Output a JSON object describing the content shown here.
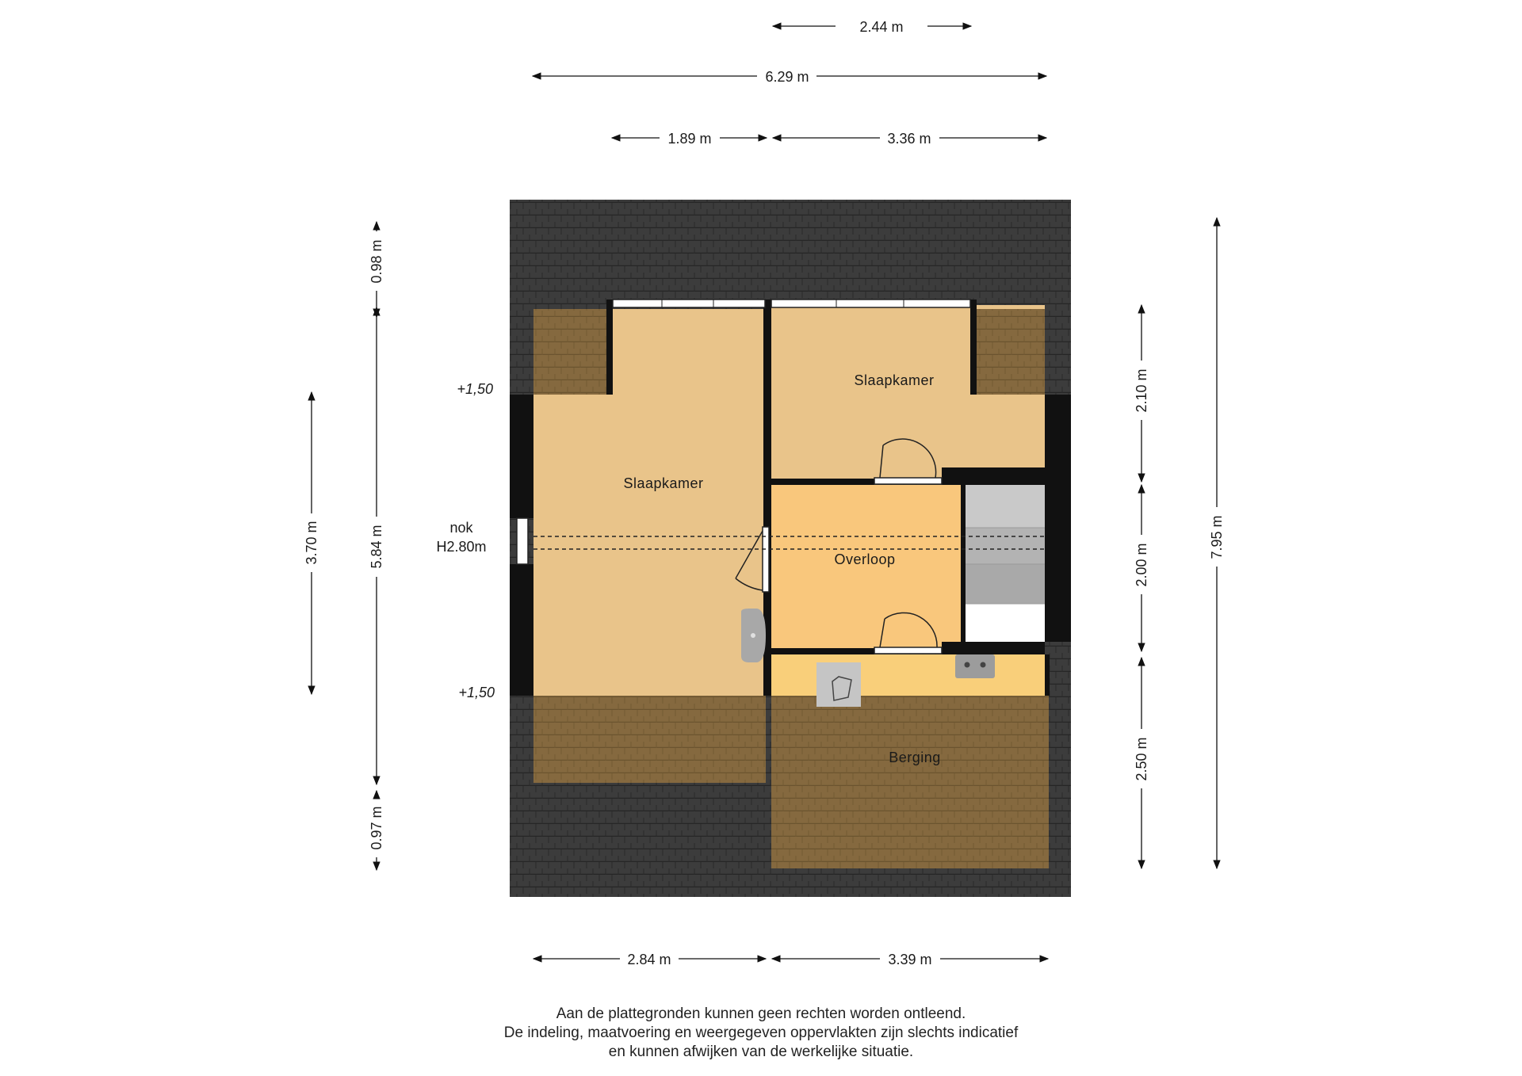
{
  "dimensions": {
    "top": [
      "2.44 m",
      "6.29 m",
      "1.89 m",
      "3.36 m"
    ],
    "bottom": [
      "2.84 m",
      "3.39 m"
    ],
    "left": [
      "0.98 m",
      "3.70 m",
      "5.84 m",
      "0.97 m"
    ],
    "right": [
      "2.10 m",
      "2.00 m",
      "2.50 m",
      "7.95 m"
    ]
  },
  "rooms": {
    "slaapkamer_left": "Slaapkamer",
    "slaapkamer_right": "Slaapkamer",
    "overloop": "Overloop",
    "berging": "Berging"
  },
  "annotations": {
    "level_top": "+1,50",
    "level_bottom": "+1,50",
    "ridge": "nok",
    "ridge_height": "H2.80m"
  },
  "disclaimer": [
    "Aan de plattegronden kunnen geen rechten worden ontleend.",
    "De indeling, maatvoering en weergegeven oppervlakten zijn slechts indicatief",
    "en kunnen afwijken van de werkelijke situatie."
  ],
  "colors": {
    "roof": "#3c3c3c",
    "room_floor": "#e9c48a",
    "overloop_floor": "#f9c77c",
    "sloped_area": "#84693f",
    "wall": "#111111",
    "stair": "#bdbdbd"
  }
}
